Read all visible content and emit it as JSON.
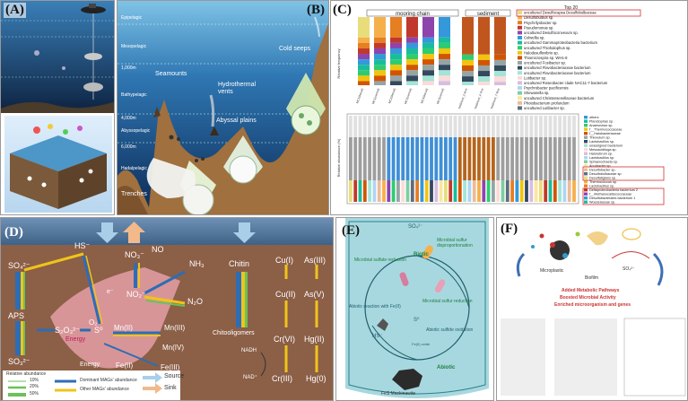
{
  "panels": {
    "a": {
      "tag": "(A)"
    },
    "b": {
      "tag": "(B)",
      "zones": [
        "Epipelagic",
        "Mesopelagic",
        "Bathypelagic",
        "Abyssopelagic",
        "Hadalpelagic"
      ],
      "depths": [
        "1,000m",
        "4,000m",
        "6,000m"
      ],
      "features": [
        "Seamounts",
        "Hydrothermal vents",
        "Cold seeps",
        "Abyssal plains",
        "Trenches"
      ]
    },
    "c": {
      "tag": "(C)",
      "group_labels": [
        "mooring chain",
        "sediment"
      ],
      "top_header": "Top 20",
      "top_legend": [
        "uncultured Desulfocapsa Desulfobulbaceae",
        "Desulfobulbus sp.",
        "Psychrilyobacter sp.",
        "Pseudomonas sp.",
        "uncultured Desulfoconvexum sp.",
        "Colwellia sp.",
        "uncultured Gammaproteobacteria bacterium",
        "uncultured Thiohalophus sp.",
        "Halodesulfovibrio sp.",
        "Thiomicrospira sp. WH1-8",
        "uncultured Fusibacter sp.",
        "uncultured Flavobacteriaceae bacterium",
        "uncultured Flavobacteriaceae bacterium",
        "Lutibacter sp.",
        "uncultured Roseobacter clade NAC11-7 bacterium",
        "Psychrobacter pacificensis",
        "Shewanella sp.",
        "uncultured Christensenellaceae bacterium",
        "Photobacterium profundum",
        "uncultured Lutibacter sp."
      ],
      "bottom_legend": [
        "others",
        "Planctopiras sp.",
        "Anaerovirax sp.",
        "f__Thermococcaceae",
        "f__Halobacteriaceae",
        "Thiovulum sp.",
        "Lactobacillus sp.",
        "unassigned bacterium",
        "Mesoaciditoga sp.",
        "Halorubrum sp.",
        "Lactobacillus sp.",
        "Sphaerochaeta sp.",
        "Arcobacter sp.",
        "Desulfobacter sp.",
        "Desulfobulbaceae sp.",
        "Desulfatiglans sp.",
        "Thermococcus sp.",
        "Lactobacillus sp.",
        "Deltaproteobacteria bacterium 2",
        "f__Methanocaldococcaceae",
        "Desulfobacterales bacterium 1",
        "Woeseiaceae sp."
      ],
      "y_top": "Relative frequency",
      "y_bottom": "Relative abundance (%)",
      "top_x": [
        "MC1(dorsal)",
        "MC1(ventral)",
        "MC2(dorsal)",
        "MC2(ventral)",
        "MC3(dorsal)",
        "MC3(ventral)",
        "Sediment_2-4cm",
        "Sediment_4-7cm",
        "Sediment_7-9cm"
      ]
    },
    "d": {
      "tag": "(D)",
      "species": {
        "so4_top": "SO₄²⁻",
        "hs": "HS⁻",
        "aps": "APS",
        "s2o3": "S₂O₃²⁻",
        "s0": "S⁰",
        "so3": "SO₃²⁻",
        "no3": "NO₃⁻",
        "no": "NO",
        "nh3": "NH₃",
        "no2": "NO₂⁻",
        "n2o": "N₂O",
        "o2": "O₂",
        "mn2": "Mn(II)",
        "mn3": "Mn(III)",
        "mn4": "Mn(IV)",
        "fe2": "Fe(II)",
        "fe3": "Fe(III)",
        "chitin": "Chitin",
        "chito": "Chitooligomers",
        "cu1": "Cu(I)",
        "cu2": "Cu(II)",
        "as3": "As(III)",
        "as5": "As(V)",
        "cr6": "Cr(VI)",
        "cr3": "Cr(III)",
        "hg2": "Hg(II)",
        "hg0": "Hg(0)",
        "nadh": "NADH",
        "nad": "NAD⁺",
        "energy1": "Energy",
        "energy2": "Energy",
        "e": "e⁻"
      },
      "legend": {
        "title": "Relative abundance",
        "levels": [
          "10%",
          "20%",
          "50%"
        ],
        "dominant": "Dominant MAGs' abundance",
        "other": "Other MAGs' abundance",
        "source": "Source",
        "sink": "Sink"
      }
    },
    "e": {
      "tag": "(E)",
      "labels": {
        "so4": "SO₄²⁻",
        "biotic": "Biotic",
        "abiotic": "Abiotic",
        "msr1": "Microbial sulfate reduction",
        "msd": "Microbial sulfur disproportionation",
        "msr2": "Microbial sulfur reduction",
        "abiotic_fe": "Abiotic reaction with Fe(II)",
        "abiotic_so": "Abiotic sulfide oxidation",
        "s0": "S⁰",
        "hs": "HS⁻",
        "fes": "Fe(II) oxide",
        "mack": "FeS Mackinawite"
      }
    },
    "f": {
      "tag": "(F)",
      "labels": {
        "biofilm": "Biofilm",
        "line1": "Added Metabolic Pathways",
        "line2": "Boosted Microbial Activity",
        "line3": "Enriched microorganism and genes",
        "microplastic": "Microplastic",
        "so4": "SO₄²⁻"
      }
    }
  },
  "colors": {
    "ocean_dark": "#1d3557",
    "ocean_mid": "#2b6ea3",
    "seafloor": "#9a6a3c",
    "d_bg": "#8b5e46",
    "d_sky": "#6d8fb0",
    "e_water": "#9fd3dd",
    "highlight_red": "#d32f2f"
  }
}
